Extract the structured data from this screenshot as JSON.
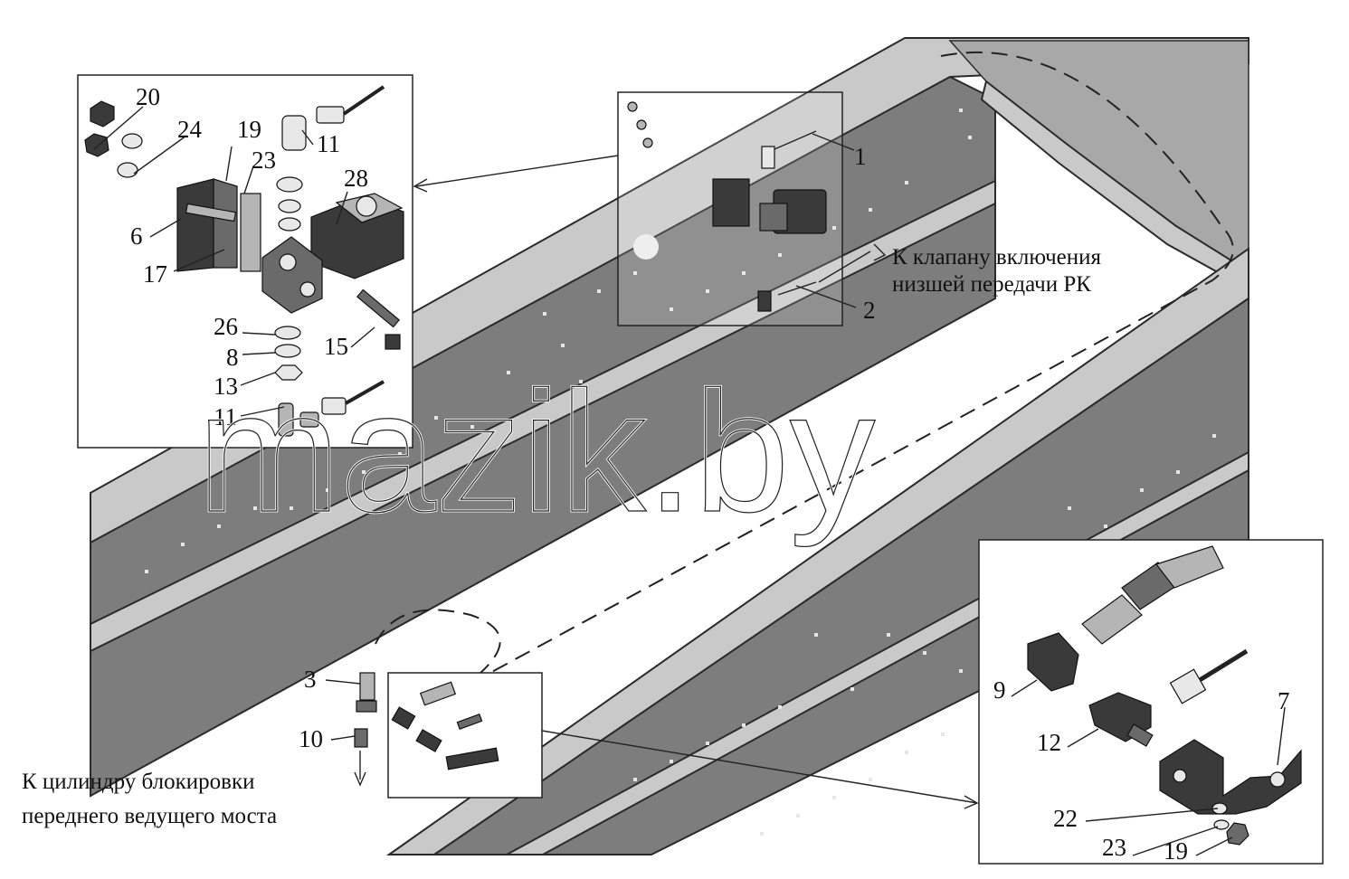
{
  "watermark": "mazik.by",
  "notes": {
    "valve_line1": "К клапану включения",
    "valve_line2": "низшей передачи РК",
    "cylinder_line1": "К цилиндру блокировки",
    "cylinder_line2": "переднего ведущего моста"
  },
  "callouts": {
    "detail_a": [
      "20",
      "24",
      "19",
      "23",
      "11",
      "28",
      "6",
      "17",
      "26",
      "8",
      "13",
      "11",
      "15"
    ],
    "main": [
      "1",
      "2",
      "3",
      "10"
    ],
    "detail_b": [
      "9",
      "12",
      "7",
      "22",
      "23",
      "19"
    ]
  }
}
